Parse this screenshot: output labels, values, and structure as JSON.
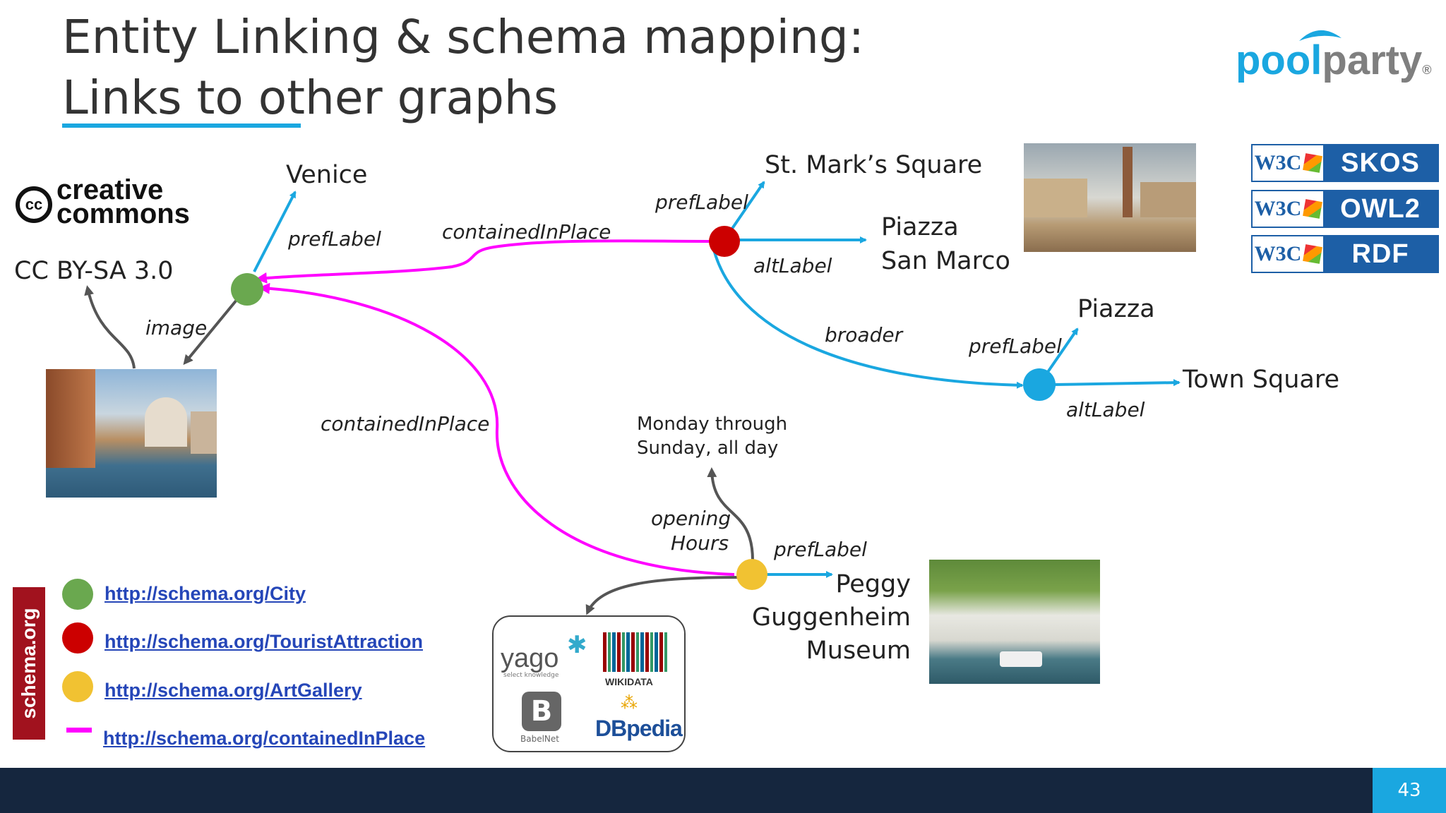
{
  "title": {
    "line1": "Entity Linking & schema mapping:",
    "line2": "Links to other graphs"
  },
  "logo": {
    "text_pool": "pool",
    "text_party": "party",
    "reg": "®"
  },
  "badges": [
    {
      "org": "W3C",
      "name": "SKOS"
    },
    {
      "org": "W3C",
      "name": "OWL2"
    },
    {
      "org": "W3C",
      "name": "RDF"
    }
  ],
  "cc": {
    "mark": "cc",
    "line1": "creative",
    "line2": "commons",
    "license": "CC BY-SA 3.0"
  },
  "nodes": {
    "venice": {
      "label": "Venice",
      "color": "#6aa84f"
    },
    "stmarks": {
      "label": "St. Mark’s Square",
      "alt1": "Piazza",
      "alt2": "San Marco",
      "color": "#cc0000"
    },
    "piazza": {
      "label": "Piazza",
      "alt": "Town Square",
      "color": "#1aa7e0"
    },
    "peggy": {
      "label1": "Peggy",
      "label2": "Guggenheim",
      "label3": "Museum",
      "color": "#f1c232"
    }
  },
  "relations": {
    "prefLabel": "prefLabel",
    "altLabel": "altLabel",
    "containedInPlace": "containedInPlace",
    "image": "image",
    "broader": "broader",
    "opening1": "opening",
    "opening2": "Hours"
  },
  "hours": {
    "line1": "Monday through",
    "line2": "Sunday, all day"
  },
  "kgs": {
    "yago": "yago",
    "yago_sub": "select knowledge",
    "wikidata": "WIKIDATA",
    "babelnet": "BabelNet",
    "dbpedia": "DBpedia"
  },
  "schema_badge": "schema.org",
  "legend": [
    {
      "color": "#6aa84f",
      "text": "http://schema.org/City"
    },
    {
      "color": "#cc0000",
      "text": "http://schema.org/TouristAttraction"
    },
    {
      "color": "#f1c232",
      "text": "http://schema.org/ArtGallery"
    },
    {
      "color": "#ff00ff",
      "text": "http://schema.org/containedInPlace"
    }
  ],
  "page_number": "43",
  "colors": {
    "blue": "#1aa7e0",
    "magenta": "#ff00ff",
    "gray": "#555555",
    "footer": "#15263e"
  }
}
